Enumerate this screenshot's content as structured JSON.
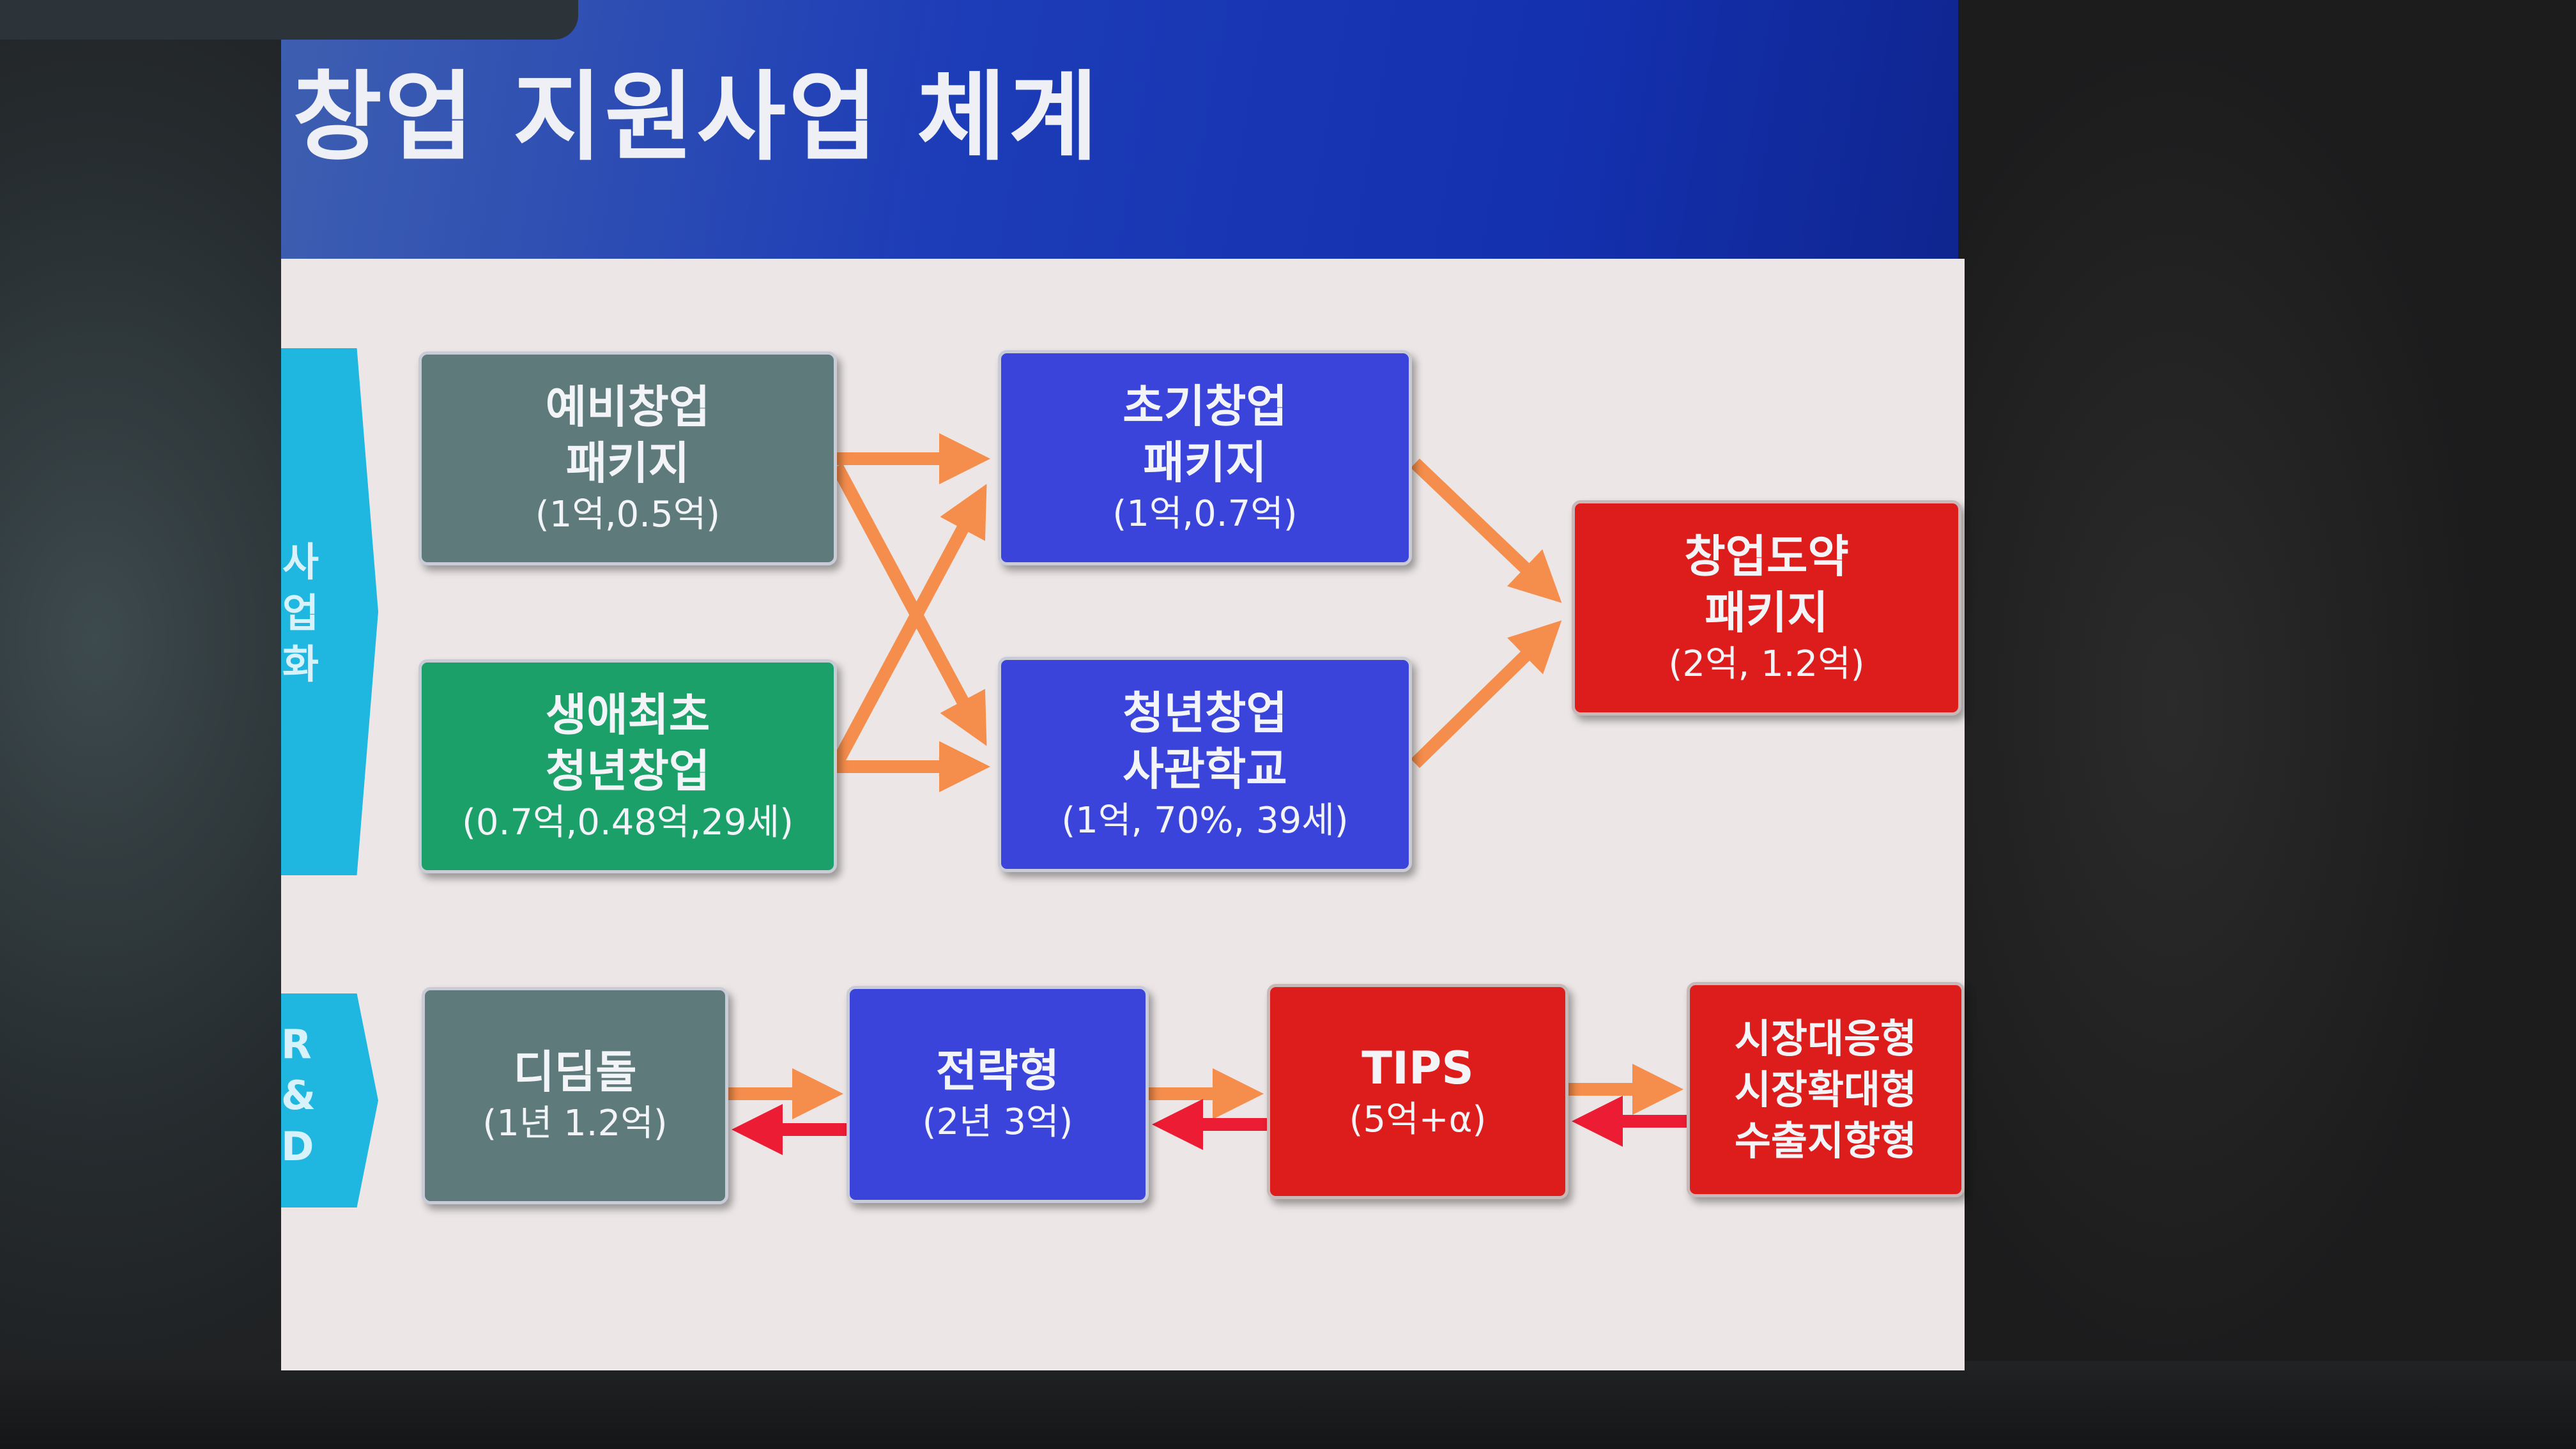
{
  "header": {
    "title": "창업 지원사업 체계"
  },
  "sections": {
    "commercialization": "사\n업\n화",
    "rnd": "R\n&\nD"
  },
  "boxes": {
    "pre_startup": {
      "line1": "예비창업",
      "line2": "패키지",
      "detail": "(1억,0.5억)"
    },
    "first_youth": {
      "line1": "생애최초",
      "line2": "청년창업",
      "detail": "(0.7억,0.48억,29세)"
    },
    "early_startup": {
      "line1": "초기창업",
      "line2": "패키지",
      "detail": "(1억,0.7억)"
    },
    "youth_academy": {
      "line1": "청년창업",
      "line2": "사관학교",
      "detail": "(1억, 70%, 39세)"
    },
    "leap_package": {
      "line1": "창업도약",
      "line2": "패키지",
      "detail": "(2억, 1.2억)"
    },
    "stepping_stone": {
      "line1": "디딤돌",
      "detail": "(1년 1.2억)"
    },
    "strategic": {
      "line1": "전략형",
      "detail": "(2년 3억)"
    },
    "tips": {
      "line1": "TIPS",
      "detail": "(5억+α)"
    },
    "market": {
      "line1": "시장대응형",
      "line2": "시장확대형",
      "line3": "수출지향형"
    }
  },
  "colors": {
    "gray_box": "#5e7a7b",
    "green_box": "#1aa068",
    "blue_box": "#3a43da",
    "red_box": "#dd1d1c",
    "chevron": "#1fb6e0",
    "arrow_forward": "#f58d4c",
    "arrow_back": "#ec1c34",
    "header": "#1d3cb7"
  }
}
